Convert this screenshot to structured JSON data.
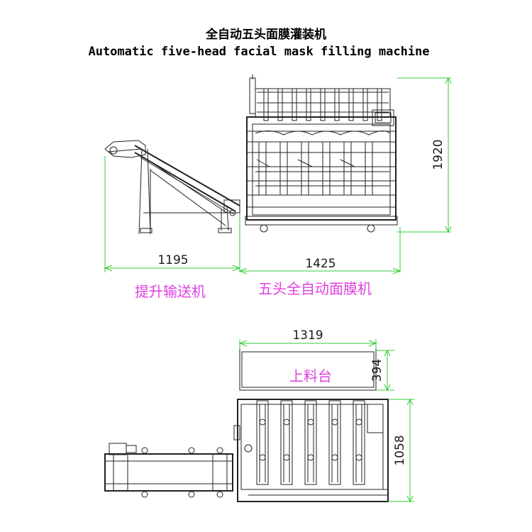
{
  "title": {
    "cn": "全自动五头面膜灌装机",
    "en": "Automatic five-head facial mask filling machine"
  },
  "dimensions": {
    "height_side": "1920",
    "conveyor_length": "1195",
    "machine_length": "1425",
    "table_length": "1319",
    "table_width": "394",
    "machine_depth": "1058"
  },
  "labels": {
    "conveyor": "提升输送机",
    "machine": "五头全自动面膜机",
    "table": "上料台"
  },
  "colors": {
    "dimension_line": "#33cc33",
    "label_text": "#e040e0",
    "drawing_line": "#222222"
  }
}
